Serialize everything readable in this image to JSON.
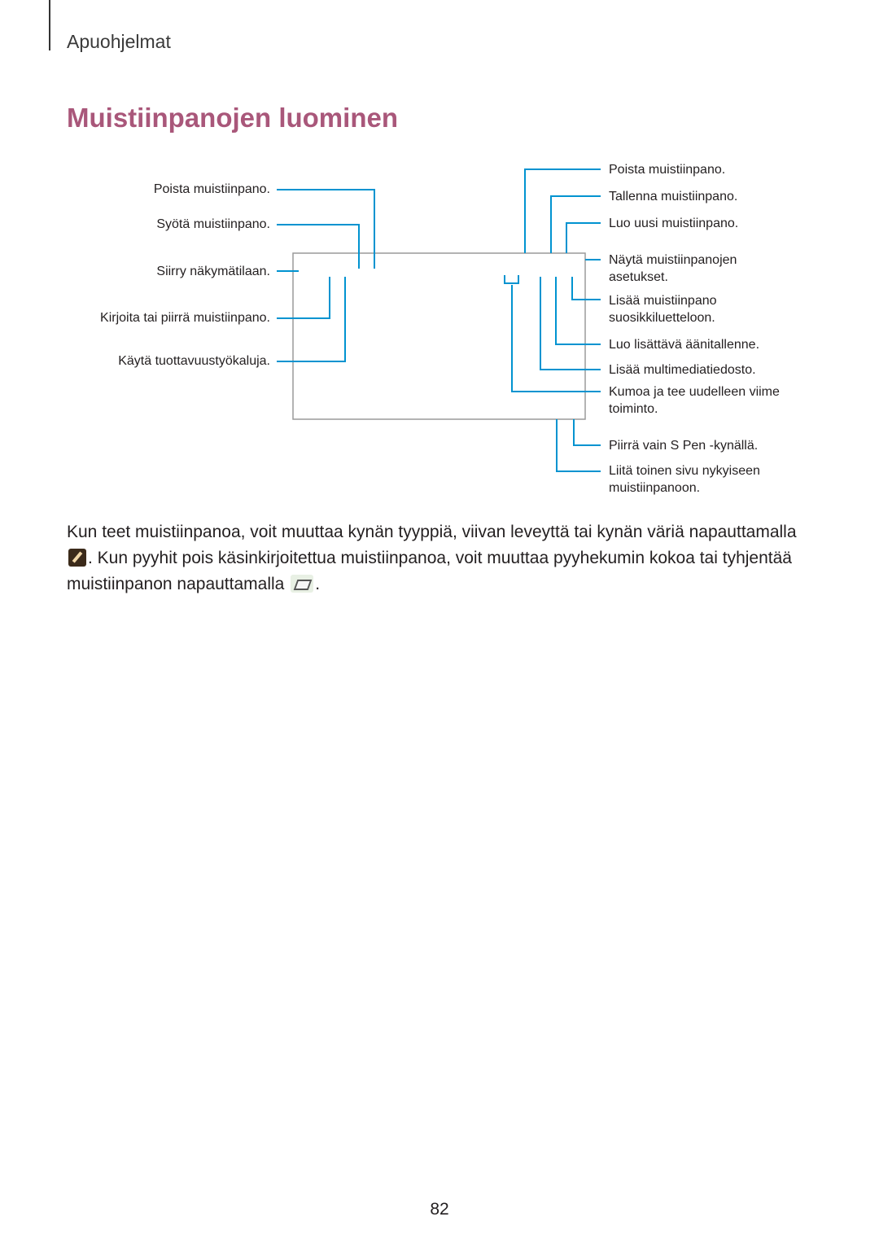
{
  "header": {
    "section": "Apuohjelmat"
  },
  "title": "Muistiinpanojen luominen",
  "diagram": {
    "left_callouts": [
      "Poista muistiinpano.",
      "Syötä muistiinpano.",
      "Siirry näkymätilaan.",
      "Kirjoita tai piirrä muistiinpano.",
      "Käytä tuottavuustyökaluja."
    ],
    "right_callouts": [
      "Poista muistiinpano.",
      "Tallenna muistiinpano.",
      "Luo uusi muistiinpano.",
      [
        "Näytä muistiinpanojen",
        "asetukset."
      ],
      [
        "Lisää muistiinpano",
        "suosikkiluetteloon."
      ],
      "Luo lisättävä äänitallenne.",
      "Lisää multimediatiedosto.",
      [
        "Kumoa ja tee uudelleen viime",
        "toiminto."
      ],
      "Piirrä vain S Pen -kynällä.",
      [
        "Liitä toinen sivu nykyiseen",
        "muistiinpanoon."
      ]
    ],
    "line_color": "#0093d0",
    "frame_color": "#9a9a9a"
  },
  "body": {
    "p1": "Kun teet muistiinpanoa, voit muuttaa kynän tyyppiä, viivan leveyttä tai kynän väriä napauttamalla ",
    "pen_icon": "pen-settings-icon",
    "p2": ". Kun pyyhit pois käsinkirjoitettua muistiinpanoa, voit muuttaa pyyhekumin kokoa tai tyhjentää muistiinpanon napauttamalla ",
    "eraser_icon": "eraser-icon",
    "p3": "."
  },
  "footer": {
    "page_number": "82"
  }
}
